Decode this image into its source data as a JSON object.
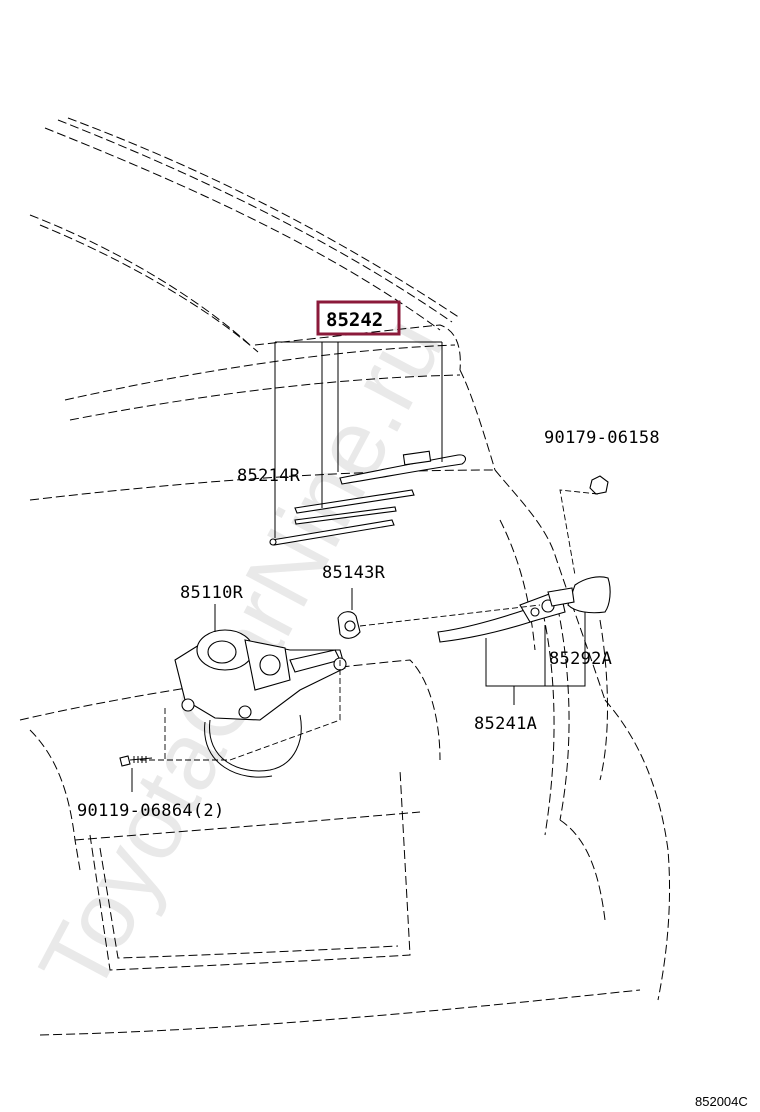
{
  "diagram": {
    "watermark": "ToyotaCarNine.ru",
    "figure_code": "852004C",
    "highlight_color": "#8b1a3a",
    "parts": [
      {
        "id": "p85242",
        "label": "85242",
        "highlighted": true
      },
      {
        "id": "p85214R",
        "label": "85214R",
        "highlighted": false
      },
      {
        "id": "p90179",
        "label": "90179-06158",
        "highlighted": false
      },
      {
        "id": "p85143R",
        "label": "85143R",
        "highlighted": false
      },
      {
        "id": "p85110R",
        "label": "85110R",
        "highlighted": false
      },
      {
        "id": "p85292A",
        "label": "85292A",
        "highlighted": false
      },
      {
        "id": "p85241A",
        "label": "85241A",
        "highlighted": false
      },
      {
        "id": "p90119",
        "label": "90119-06864(2)",
        "highlighted": false
      }
    ]
  }
}
